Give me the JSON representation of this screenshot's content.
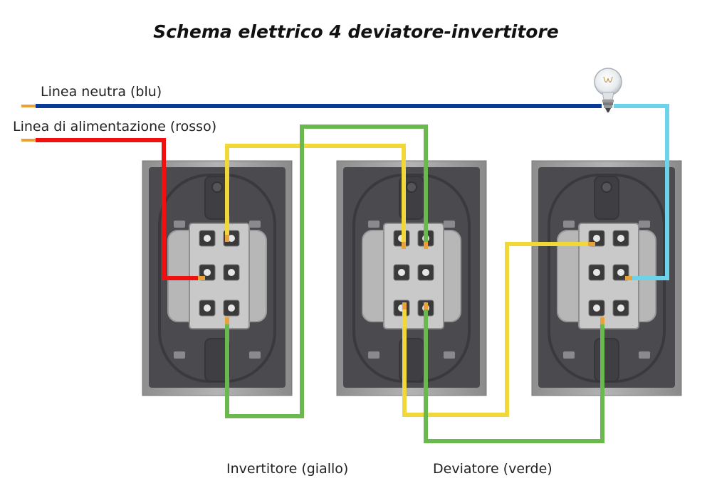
{
  "title": "Schema elettrico 4 deviatore-invertitore",
  "labels": {
    "neutral": "Linea neutra (blu)",
    "power": "Linea di alimentazione (rosso)",
    "invertitore": "Invertitore (giallo)",
    "deviatore": "Deviatore (verde)"
  },
  "colors": {
    "neutral": "#0a3a96",
    "power": "#f01010",
    "yellow": "#f1d83a",
    "green": "#6ab84e",
    "lamp_return": "#6dd3ea",
    "wire_tip": "#e9a23a"
  },
  "icons": {
    "lamp": "light-bulb-icon",
    "switch": "switch-module-icon"
  }
}
